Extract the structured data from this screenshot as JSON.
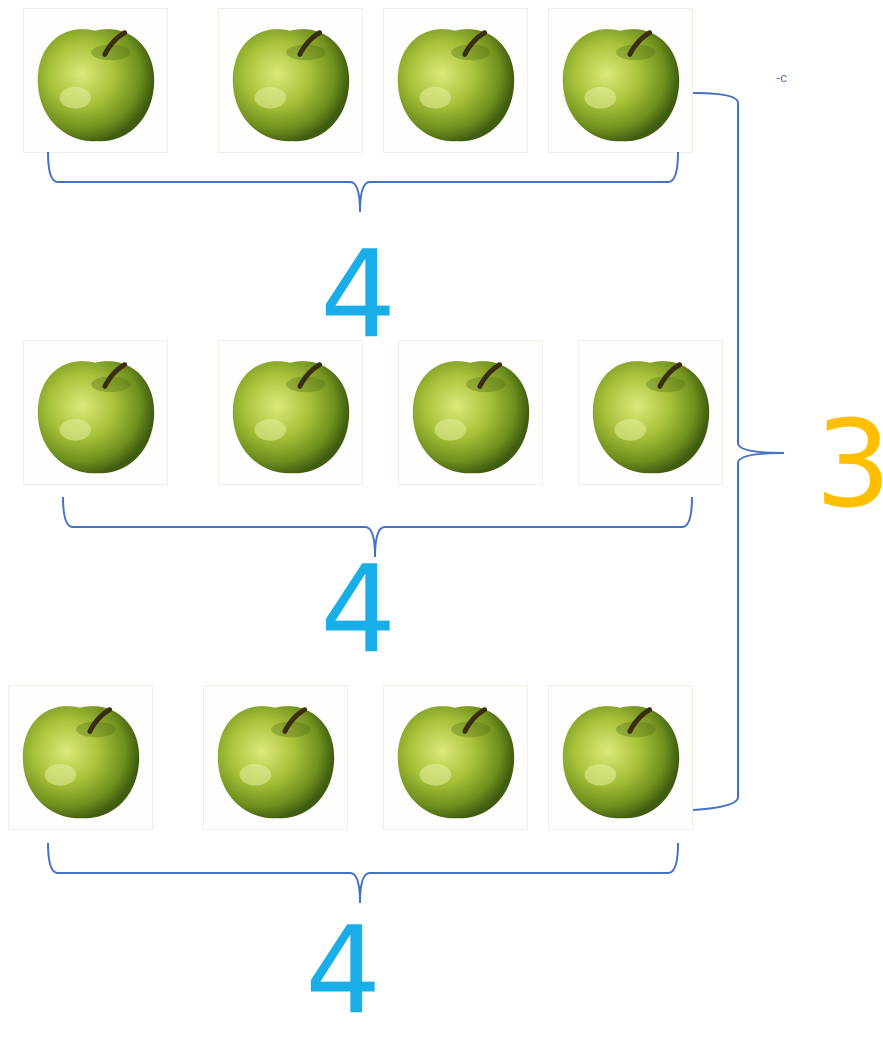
{
  "colors": {
    "row_count": "#1aaee8",
    "group_count": "#ffbe00",
    "bracket": "#4472c4"
  },
  "rows": [
    {
      "count": "4",
      "apples": [
        "apple",
        "apple",
        "apple",
        "apple"
      ]
    },
    {
      "count": "4",
      "apples": [
        "apple",
        "apple",
        "apple",
        "apple"
      ]
    },
    {
      "count": "4",
      "apples": [
        "apple",
        "apple",
        "apple",
        "apple"
      ]
    }
  ],
  "group_count": "3",
  "stray_mark": "-c"
}
